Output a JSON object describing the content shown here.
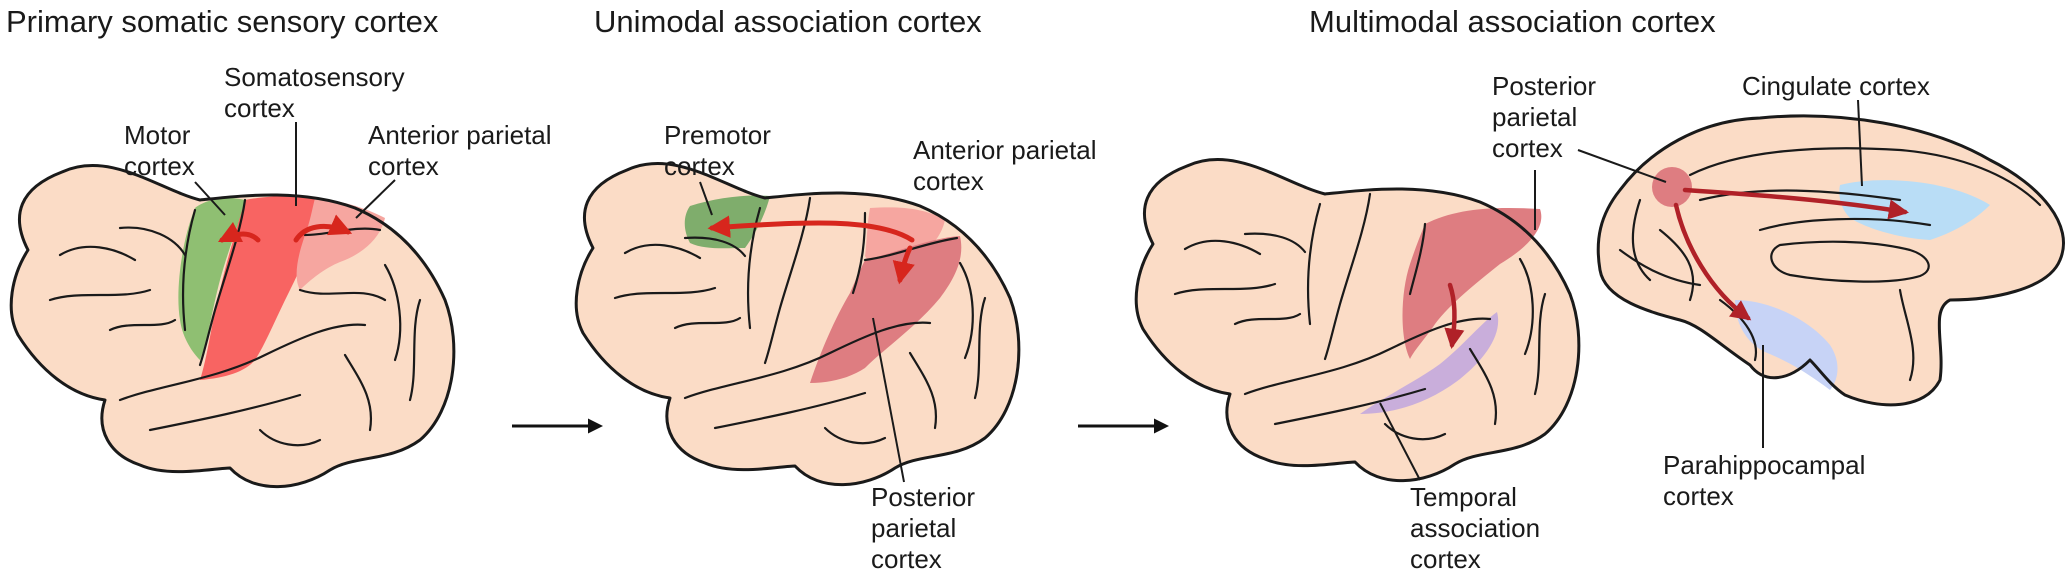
{
  "panels": [
    {
      "title": "Primary somatic sensory cortex"
    },
    {
      "title": "Unimodal association cortex"
    },
    {
      "title": "Multimodal association cortex"
    }
  ],
  "labels": {
    "p1_somatosensory": [
      "Somatosensory",
      "cortex"
    ],
    "p1_motor": [
      "Motor",
      "cortex"
    ],
    "p1_anterior_parietal": [
      "Anterior parietal",
      "cortex"
    ],
    "p2_premotor": [
      "Premotor",
      "cortex"
    ],
    "p2_anterior_parietal": [
      "Anterior parietal",
      "cortex"
    ],
    "p2_posterior_parietal": [
      "Posterior",
      "parietal",
      "cortex"
    ],
    "p3_posterior_parietal": [
      "Posterior",
      "parietal",
      "cortex"
    ],
    "p3_cingulate": [
      "Cingulate cortex"
    ],
    "p3_temporal": [
      "Temporal",
      "association",
      "cortex"
    ],
    "p3_parahippocampal": [
      "Parahippocampal",
      "cortex"
    ]
  },
  "colors": {
    "brain": "#fbdcc6",
    "motor": "#8fbf72",
    "somatosensory": "#f86462",
    "anterior_parietal": "#f6a6a0",
    "posterior_parietal": "#de7d81",
    "temporal": "#c9aedb",
    "cingulate": "#b9ddf6",
    "parahippocampal": "#c7d3f6",
    "red_arrow": "#d7261d",
    "dark_red_arrow": "#b02128"
  }
}
